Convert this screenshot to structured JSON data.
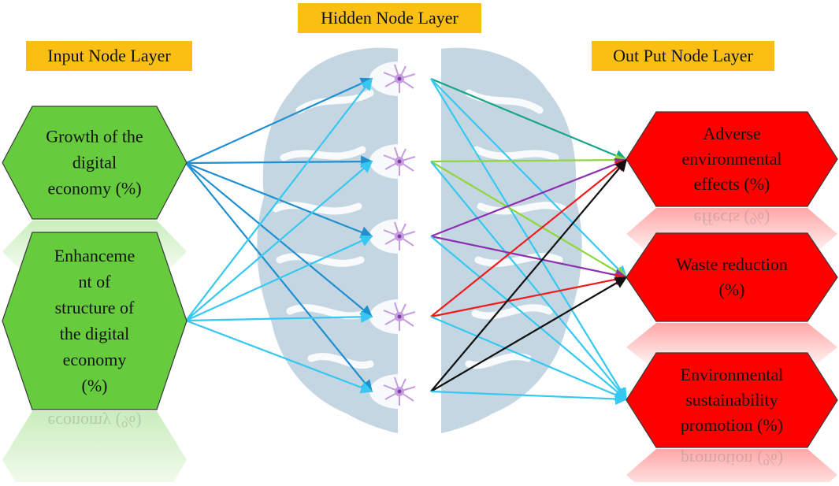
{
  "header": {
    "hidden_layer_label": "Hidden Node Layer",
    "input_layer_label": "Input Node Layer",
    "output_layer_label": "Out Put Node Layer"
  },
  "inputs": [
    {
      "lines": [
        "Growth of the",
        "digital",
        "economy (%)"
      ],
      "reflection": ""
    },
    {
      "lines": [
        "Enhanceme",
        "nt of",
        "structure of",
        "the digital",
        "economy",
        "(%)"
      ],
      "reflection": "economy (%)"
    }
  ],
  "outputs": [
    {
      "lines": [
        "Adverse",
        "environmental",
        "effects (%)"
      ],
      "reflection": "effects (%)"
    },
    {
      "lines": [
        "Waste reduction",
        "(%)"
      ],
      "reflection": ""
    },
    {
      "lines": [
        "Environmental",
        "sustainability",
        "promotion (%)"
      ],
      "reflection": "promotion (%)"
    }
  ],
  "colors": {
    "input_fill": "#66cc3e",
    "output_fill": "#ff0000",
    "label_bg": "#fbbf14",
    "brain": "#c5d6e3",
    "neuron": "#c79be0",
    "input_edge_1": "#1f8fd0",
    "input_edge_2": "#35c8f0",
    "hidden_edge_1": "#17a58a",
    "hidden_edge_2": "#8fd63a",
    "hidden_edge_3": "#8e2fb0",
    "hidden_edge_4": "#ee1c1c",
    "hidden_edge_5": "#111111",
    "hidden_edge_cyan": "#35c8f0"
  },
  "icons": [
    "neuron-icon",
    "brain-silhouette"
  ]
}
